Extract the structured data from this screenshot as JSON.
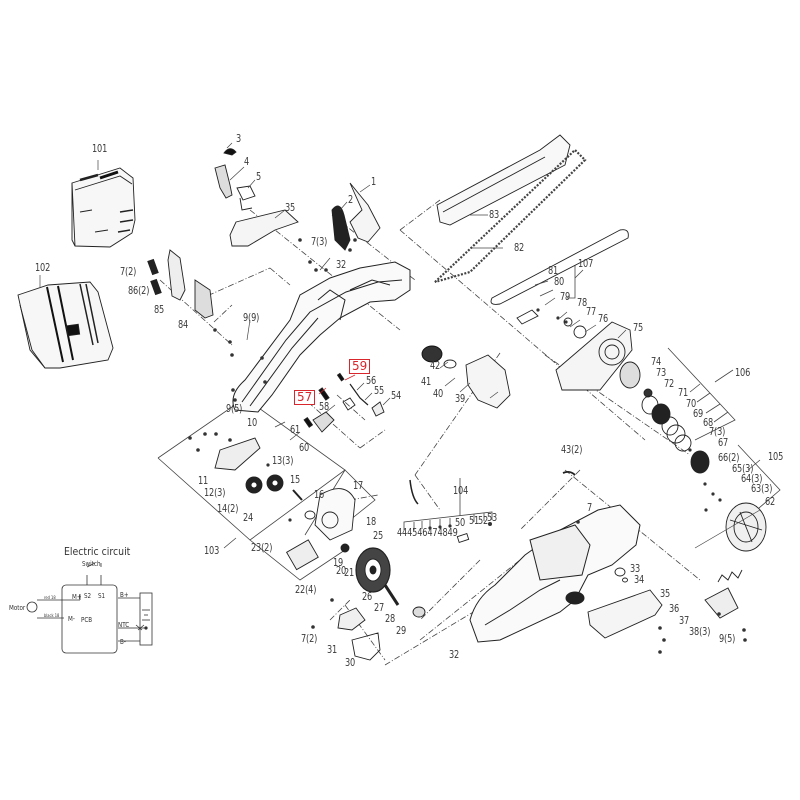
{
  "diagram": {
    "type": "exploded-parts-diagram",
    "subject": "cordless pruning chainsaw",
    "highlight_color": "#d9262c",
    "line_color": "#333333",
    "highlighted_labels": [
      {
        "id": "57",
        "text": "57"
      },
      {
        "id": "59",
        "text": "59"
      }
    ],
    "part_labels": {
      "p1": "1",
      "p2": "2",
      "p3": "3",
      "p4": "4",
      "p5": "5",
      "p7_3_top": "7(3)",
      "p7_2_left": "7(2)",
      "p7_2_bottom": "7(2)",
      "p7_3_right": "7(3)",
      "p7_single": "7",
      "p9_9": "9(9)",
      "p9_5_left": "9(5)",
      "p9_5_right": "9(5)",
      "p10": "10",
      "p11": "11",
      "p12": "12(3)",
      "p13": "13(3)",
      "p14": "14(2)",
      "p15": "15",
      "p16": "16",
      "p17": "17",
      "p18": "18",
      "p19": "19",
      "p20": "20",
      "p21": "21",
      "p22": "22(4)",
      "p23": "23(2)",
      "p24": "24",
      "p25": "25",
      "p26": "26",
      "p27": "27",
      "p28": "28",
      "p29": "29",
      "p30": "30",
      "p31": "31",
      "p32_top": "32",
      "p32_bottom": "32",
      "p33": "33",
      "p34": "34",
      "p35_top": "35",
      "p35_bottom": "35",
      "p36": "36",
      "p37": "37",
      "p38": "38(3)",
      "p39": "39",
      "p40": "40",
      "p41": "41",
      "p42": "42",
      "p43": "43(2)",
      "p44_49": "444546474849",
      "p50": "50",
      "p51": "51",
      "p52": "52",
      "p53": "53",
      "p54": "54",
      "p55": "55",
      "p56": "56",
      "p58": "58",
      "p60": "60",
      "p61": "61",
      "p62": "62",
      "p63": "63(3)",
      "p64": "64(3)",
      "p65": "65(3)",
      "p66": "66(2)",
      "p67": "67",
      "p68": "68",
      "p69": "69",
      "p70": "70",
      "p71": "71",
      "p72": "72",
      "p73": "73",
      "p74": "74",
      "p75": "75",
      "p76": "76",
      "p77": "77",
      "p78": "78",
      "p79": "79",
      "p80": "80",
      "p81": "81",
      "p82": "82",
      "p83": "83",
      "p84": "84",
      "p85": "85",
      "p86": "86(2)",
      "p101": "101",
      "p102": "102",
      "p103": "103",
      "p104": "104",
      "p105": "105",
      "p106": "106",
      "p107": "107"
    },
    "electric_circuit": {
      "title": "Electric circuit",
      "switch_label": "Switch",
      "motor_label": "Motor",
      "pcb_label": "PCB",
      "pins": {
        "m_plus": "M+",
        "m_minus": "M-",
        "s2": "S2",
        "s1": "S1",
        "b_plus": "B+",
        "b_minus": "B-",
        "ntc": "NTC"
      },
      "wire_labels": {
        "red": "red 18",
        "black": "black 18"
      }
    }
  }
}
